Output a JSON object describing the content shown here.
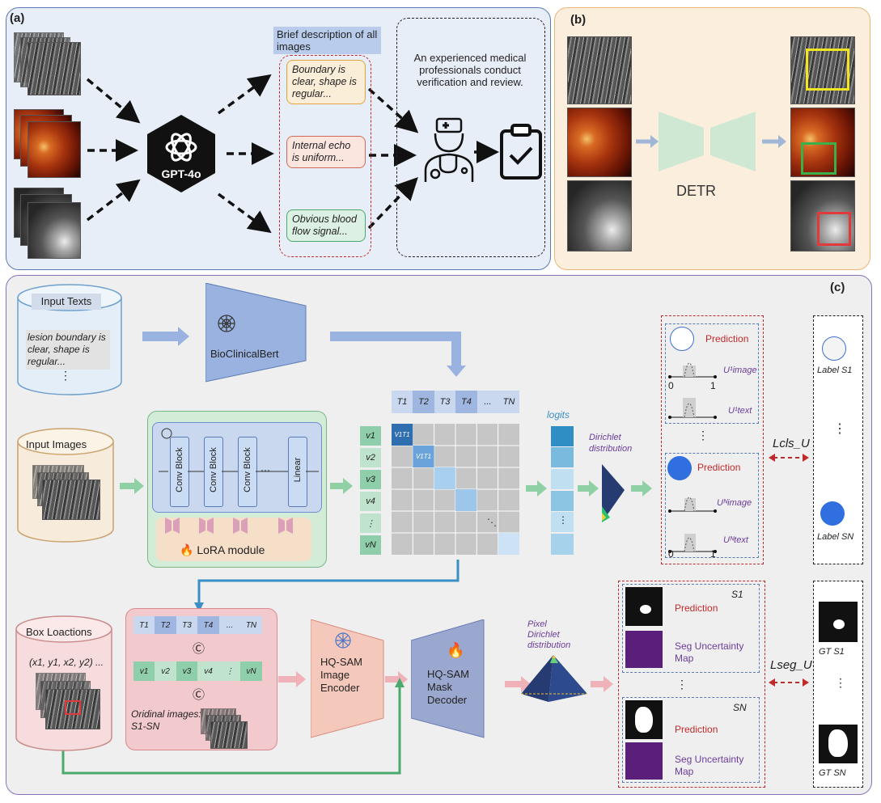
{
  "panel_a": {
    "label": "(a)",
    "model_name": "GPT-4o",
    "brief_header": "Brief description of all images",
    "descriptions": [
      "Boundary is clear, shape is regular...",
      "Internal echo is uniform...",
      "Obvious blood flow signal..."
    ],
    "review_text": "An experienced medical professionals conduct verification and review."
  },
  "panel_b": {
    "label": "(b)",
    "model_name": "DETR",
    "box_colors": [
      "#f0e520",
      "#3bb04a",
      "#e23a3a"
    ]
  },
  "panel_c": {
    "label": "(c)",
    "input_texts_title": "Input Texts",
    "input_texts_body": "lesion boundary is clear, shape is regular...",
    "input_texts_dots": "⋮",
    "bert_label": "BioClinicalBert",
    "input_images_title": "Input Images",
    "encoder_blocks": [
      "Conv Block",
      "Conv Block",
      "Conv Block",
      "Linear"
    ],
    "encoder_ellipsis": "···",
    "lora_label": "LoRA module",
    "text_tokens": [
      "T1",
      "T2",
      "T3",
      "T4",
      "...",
      "TN"
    ],
    "image_tokens": [
      "v1",
      "v2",
      "v3",
      "v4",
      "⋮",
      "vN"
    ],
    "diag_labels": [
      "V1T1",
      "V1T1"
    ],
    "logits_label": "logits",
    "dirichlet_label": "Dirichlet distribution",
    "prediction_label": "Prediction",
    "u_image_1": "U¹image",
    "u_text_1": "U¹text",
    "u_image_n": "Uᴺimage",
    "u_text_n": "Uᴺtext",
    "axis_zero": "0",
    "axis_one": "1",
    "loss_cls": "Lcls_U",
    "loss_seg": "Lseg_U",
    "label_s1": "Label S1",
    "label_sn": "Label SN",
    "box_locations_title": "Box Loactions",
    "box_coords": "(x1, y1, x2, y2) ...",
    "concat_symbol": "Ⓒ",
    "ordinal_images": "Oridinal images: S1-SN",
    "hqsam_encoder": "HQ-SAM Image Encoder",
    "hqsam_decoder": "HQ-SAM Mask Decoder",
    "pixel_dirichlet": "Pixel Dirichlet distribution",
    "seg_s1": "S1",
    "seg_sn": "SN",
    "seg_uncertainty": "Seg Uncertainty Map",
    "gt_s1": "GT S1",
    "gt_sn": "GT SN",
    "vdots": "⋮"
  }
}
